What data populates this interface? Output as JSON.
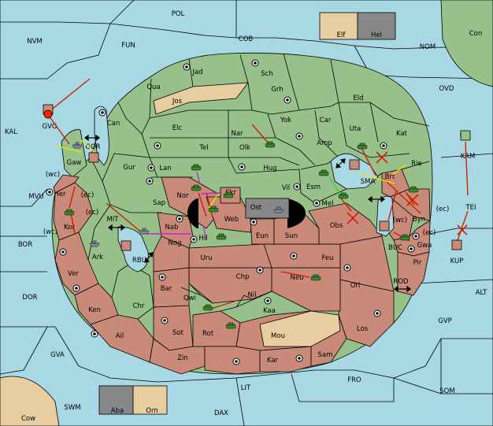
{
  "sea_labels": {
    "pol": "POL",
    "nvm": "NVM",
    "fun": "FUN",
    "cob": "COB",
    "nom": "NOM",
    "ovd": "OVD",
    "kal": "KAL",
    "mvu": "MVU",
    "bor": "BOR",
    "dor": "DOR",
    "gva": "GVA",
    "swm": "SWM",
    "dax": "DAX",
    "lit": "LIT",
    "fro": "FRO",
    "som": "SOM",
    "gvp": "GVP",
    "alt": "ALT",
    "kam": "KAM",
    "tei": "TEI",
    "rod": "ROD",
    "buc": "BUC",
    "gor": "GOR",
    "mit": "MIT",
    "rbu": "RBU",
    "sma": "SMA",
    "kup": "KUP",
    "gvg": "GVG"
  },
  "land_labels": {
    "jad": "Jad",
    "sch": "Sch",
    "qua": "Qua",
    "jos": "Jos",
    "grh": "Grh",
    "eld": "Eld",
    "can": "Can",
    "elc": "Elc",
    "yok": "Yok",
    "car": "Car",
    "uta": "Uta",
    "kat": "Kat",
    "nar": "Nar",
    "tel": "Tel",
    "olk": "Olk",
    "amp": "Amp",
    "gaw": "Gaw",
    "gur": "Gur",
    "lan": "Lan",
    "hug": "Hug",
    "rie": "Rie",
    "brt": "Brt",
    "esm": "Esm",
    "vil": "Vil",
    "skr": "Skr",
    "ost": "Ost",
    "nor": "Nor",
    "sap": "Sap",
    "web": "Web",
    "mel": "Mel",
    "byn": "Byn",
    "her": "Her",
    "kor": "Kor",
    "nab": "Nab",
    "eun": "Eun",
    "sun": "Sun",
    "obs": "Obs",
    "gwa": "Gwa",
    "nog": "Nog",
    "hil": "Hil",
    "ark": "Ark",
    "uru": "Uru",
    "feu": "Feu",
    "pir": "Pir",
    "ver": "Ver",
    "chp": "Chp",
    "neu": "Neu",
    "orl": "Orl",
    "bar": "Bar",
    "qwi": "Qwi",
    "nil": "Nil",
    "ken": "Ken",
    "chr": "Chr",
    "kaa": "Kaa",
    "ail": "Ail",
    "sot": "Sot",
    "rot": "Rot",
    "mou": "Mou",
    "los": "Los",
    "zin": "Zin",
    "kar": "Kar",
    "sam": "Sam",
    "con": "Con",
    "cow": "Cow"
  },
  "coast_labels": {
    "wc1": "(wc)",
    "ec1": "(ec)",
    "ec2": "(ec)",
    "wc2": "(wc)",
    "wc3": "(wc)",
    "ec3": "(ec)",
    "ec4": "(ec)"
  },
  "legend_top": {
    "left": "Elf",
    "right": "Hel"
  },
  "legend_bottom": {
    "left": "Aba",
    "right": "Orn"
  },
  "colors": {
    "sea": "#a8d8e4",
    "land_green": "#98c08a",
    "land_red": "#c98a7a",
    "land_tan": "#e8cda0",
    "order_red": "#cc2200",
    "order_yellow": "#e8e800",
    "order_magenta": "#cc22cc"
  }
}
